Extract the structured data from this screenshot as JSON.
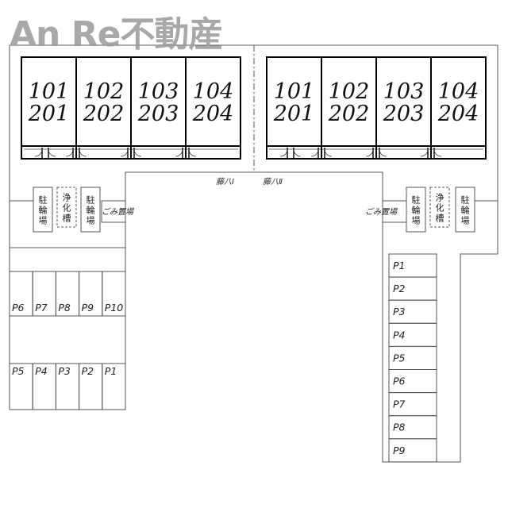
{
  "watermark": "An Re不動産",
  "building_1": {
    "name": "藤八Ⅰ",
    "units": [
      {
        "upper": "101",
        "lower": "201"
      },
      {
        "upper": "102",
        "lower": "202"
      },
      {
        "upper": "103",
        "lower": "203"
      },
      {
        "upper": "104",
        "lower": "204"
      }
    ]
  },
  "building_2": {
    "name": "藤八Ⅱ",
    "units": [
      {
        "upper": "101",
        "lower": "201"
      },
      {
        "upper": "102",
        "lower": "202"
      },
      {
        "upper": "103",
        "lower": "203"
      },
      {
        "upper": "104",
        "lower": "204"
      }
    ]
  },
  "facilities": {
    "bicycle_parking": "駐輪場",
    "septic_tank": "浄化槽",
    "garbage": "ごみ置場"
  },
  "parking_left": {
    "top_row": [
      "P6",
      "P7",
      "P8",
      "P9",
      "P10"
    ],
    "bottom_row": [
      "P5",
      "P4",
      "P3",
      "P2",
      "P1"
    ]
  },
  "parking_right": [
    "P1",
    "P2",
    "P3",
    "P4",
    "P5",
    "P6",
    "P7",
    "P8",
    "P9"
  ]
}
